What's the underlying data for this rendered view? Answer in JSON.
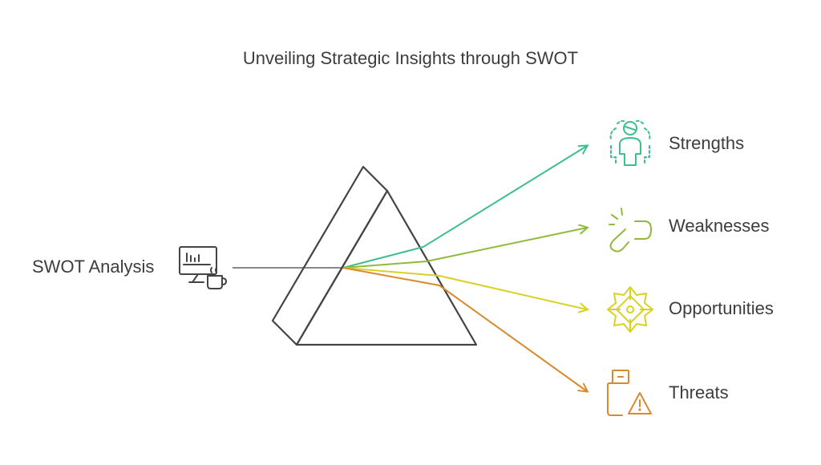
{
  "title": "Unveiling Strategic Insights through SWOT",
  "source": {
    "label": "SWOT Analysis",
    "icon": "monitor-chart-coffee-icon"
  },
  "outputs": [
    {
      "label": "Strengths",
      "color": "#3dbf8c",
      "icon": "person-strength-icon"
    },
    {
      "label": "Weaknesses",
      "color": "#8fba3c",
      "icon": "broken-link-icon"
    },
    {
      "label": "Opportunities",
      "color": "#d9d126",
      "icon": "star-flower-icon"
    },
    {
      "label": "Threats",
      "color": "#d98a2e",
      "icon": "usb-warning-icon"
    }
  ],
  "colors": {
    "prism": "#444444",
    "beam": "#888888",
    "text": "#3d3d3d"
  }
}
